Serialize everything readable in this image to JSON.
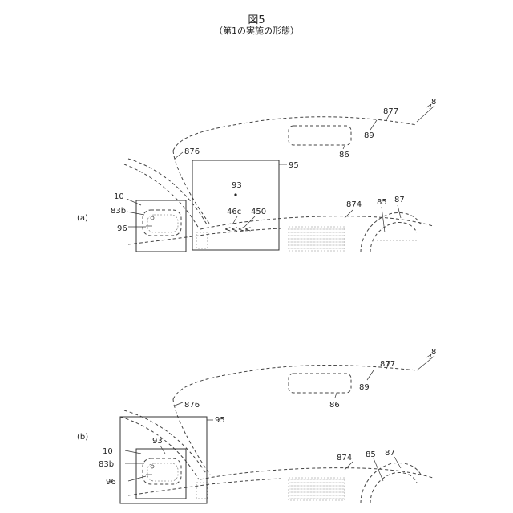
{
  "figure": {
    "title": "図5",
    "subtitle": "（第1の実施の形態）"
  },
  "panel_a": {
    "label": "(a)",
    "refs": {
      "r8": "8",
      "r877": "877",
      "r89": "89",
      "r86": "86",
      "r876": "876",
      "r95": "95",
      "r93": "93",
      "r10": "10",
      "r83b": "83b",
      "r96": "96",
      "r46c": "46c",
      "r450": "450",
      "r874": "874",
      "r85": "85",
      "r87": "87"
    },
    "chevrons": "<<<<"
  },
  "panel_b": {
    "label": "(b)",
    "refs": {
      "r8": "8",
      "r877": "877",
      "r89": "89",
      "r86": "86",
      "r876": "876",
      "r95": "95",
      "r93": "93",
      "r10": "10",
      "r83b": "83b",
      "r96": "96",
      "r874": "874",
      "r85": "85",
      "r87": "87"
    }
  }
}
